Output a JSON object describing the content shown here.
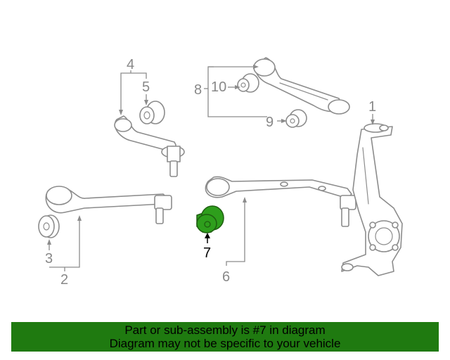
{
  "diagram": {
    "callouts": {
      "c1": "1",
      "c2": "2",
      "c3": "3",
      "c4": "4",
      "c5": "5",
      "c6": "6",
      "c7": "7",
      "c8": "8",
      "c9": "9",
      "c10": "10"
    },
    "highlight_part": "7",
    "highlight_color": "#2e9e1c"
  },
  "footer": {
    "line1": "Part or sub-assembly is #7 in diagram",
    "line2": "Diagram may not be specific to your vehicle",
    "background": "#1f7a10"
  }
}
